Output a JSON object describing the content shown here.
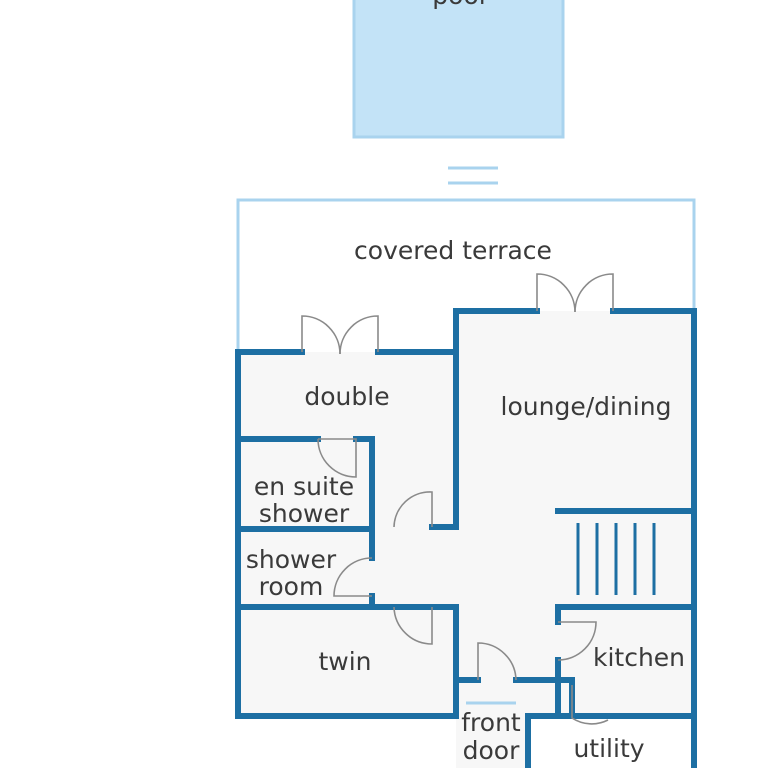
{
  "rooms": {
    "pool": "pool",
    "covered_terrace": "covered terrace",
    "double": "double",
    "lounge_dining": "lounge/dining",
    "en_suite_line1": "en suite",
    "en_suite_line2": "shower",
    "shower_room_line1": "shower",
    "shower_room_line2": "room",
    "twin": "twin",
    "kitchen": "kitchen",
    "front_door_line1": "front",
    "front_door_line2": "door",
    "utility": "utility"
  },
  "colors": {
    "wall": "#1d6fa3",
    "pool_fill": "#c3e3f7",
    "terrace_line": "#a9d3ee",
    "floor": "#f7f7f7",
    "door_arc": "#8a8a8a",
    "text": "#3a3a3a"
  }
}
